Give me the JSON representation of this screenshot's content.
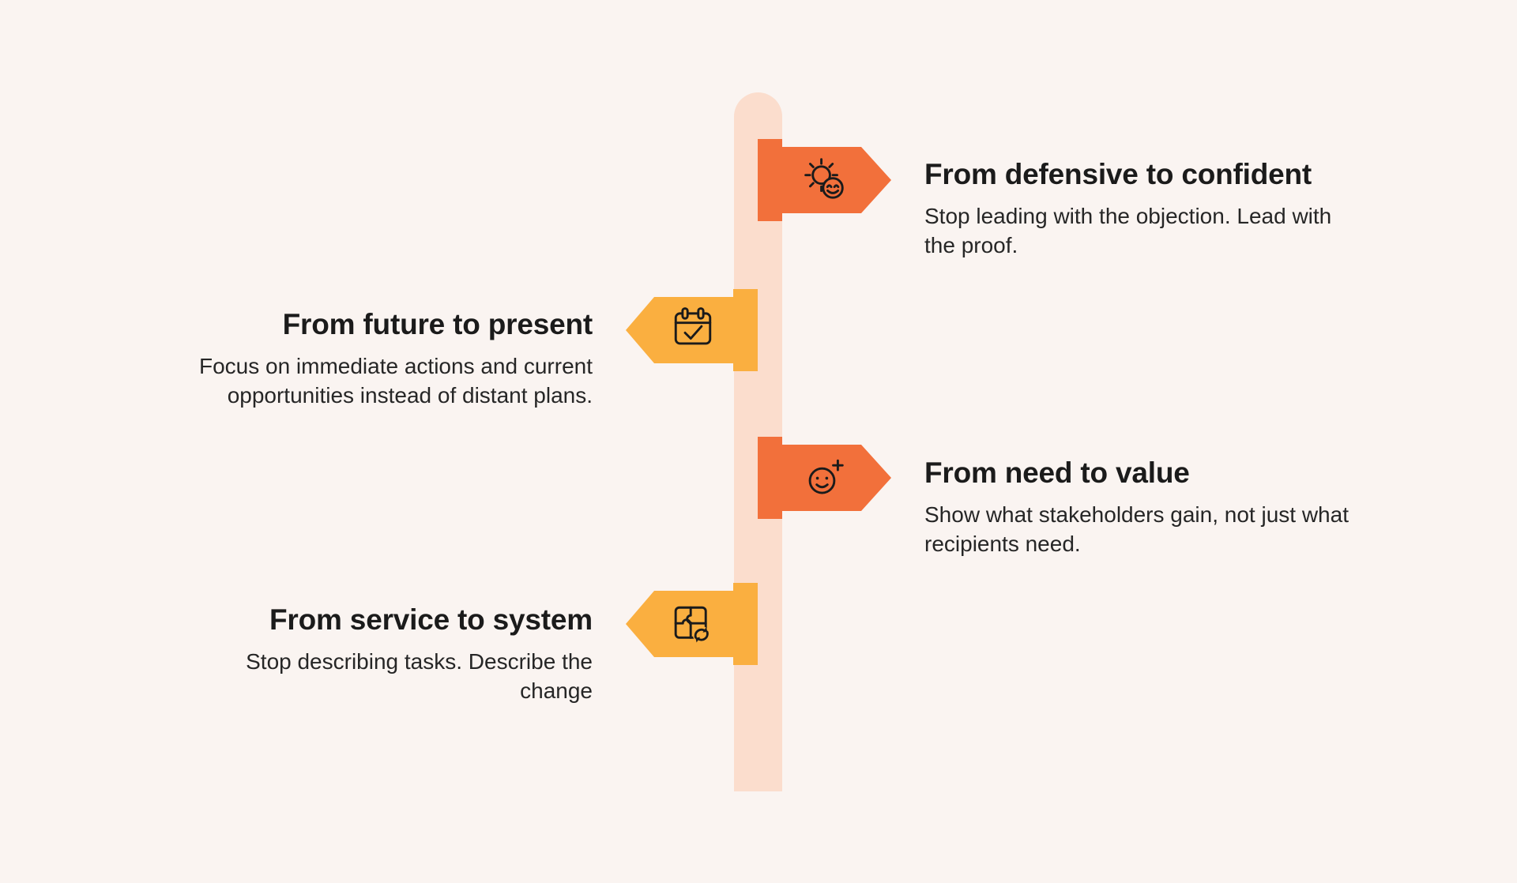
{
  "diagram_type": "signpost-infographic",
  "colors": {
    "background": "#FAF4F1",
    "pole": "#FBDDCD",
    "orange": "#F2703B",
    "yellow": "#FAAF40",
    "ink": "#1B1B1B",
    "title_text": "#1B1B1B",
    "body_text": "#262626"
  },
  "items": [
    {
      "side": "right",
      "flag_color": "#F2703B",
      "icon": "sun-smile-icon",
      "title": "From defensive to confident",
      "description": "Stop leading with the objection. Lead with the proof."
    },
    {
      "side": "left",
      "flag_color": "#FAAF40",
      "icon": "calendar-check-icon",
      "title": "From future to present",
      "description": "Focus on immediate actions and current opportunities instead of distant plans."
    },
    {
      "side": "right",
      "flag_color": "#F2703B",
      "icon": "smiley-plus-icon",
      "title": "From need to value",
      "description": "Show what stakeholders gain, not just what recipients need."
    },
    {
      "side": "left",
      "flag_color": "#FAAF40",
      "icon": "puzzle-sync-icon",
      "title": "From service to system",
      "description": "Stop describing tasks. Describe the change"
    }
  ]
}
